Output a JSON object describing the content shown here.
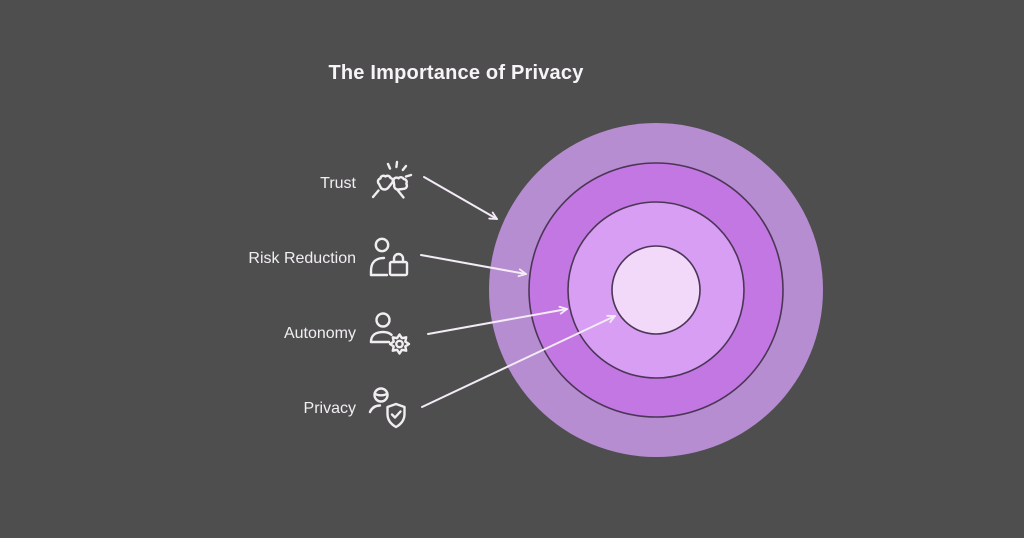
{
  "title": "The Importance of Privacy",
  "background_color": "#4f4e4f",
  "text_color": "#f1eef2",
  "items": [
    {
      "label": "Trust",
      "icon": "fist-bump-icon",
      "points_to_ring": "outer"
    },
    {
      "label": "Risk Reduction",
      "icon": "person-lock-icon",
      "points_to_ring": "second"
    },
    {
      "label": "Autonomy",
      "icon": "person-gear-icon",
      "points_to_ring": "third"
    },
    {
      "label": "Privacy",
      "icon": "person-shield-check-icon",
      "points_to_ring": "center"
    }
  ],
  "diagram": {
    "type": "onion-concentric-circles",
    "rings": [
      {
        "name": "Trust",
        "color": "#b78dd2"
      },
      {
        "name": "Risk Reduction",
        "color": "#c277e3"
      },
      {
        "name": "Autonomy",
        "color": "#d79ef3"
      },
      {
        "name": "Privacy",
        "color": "#f2d9fa"
      }
    ],
    "outline_color": "#4b3655",
    "arrow_color": "#f3ebf5"
  }
}
